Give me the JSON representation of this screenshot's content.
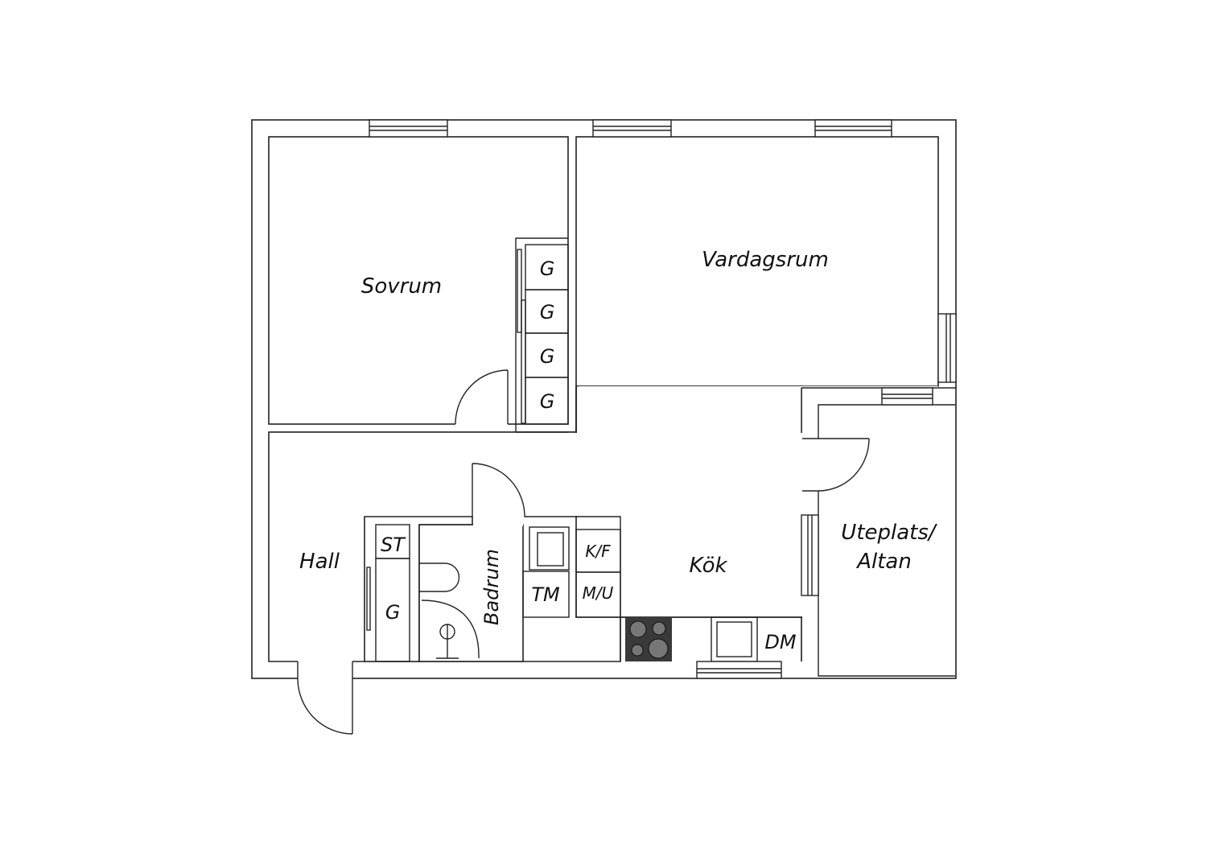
{
  "rooms": {
    "sovrum": "Sovrum",
    "vardagsrum": "Vardagsrum",
    "hall": "Hall",
    "badrum": "Badrum",
    "kok": "Kök",
    "uteplats_line1": "Uteplats/",
    "uteplats_line2": "Altan"
  },
  "fixtures": {
    "wardrobe": "G",
    "storage": "ST",
    "dryer": "TM",
    "fridge_freezer": "K/F",
    "microwave_oven": "M/U",
    "dishwasher": "DM"
  },
  "colors": {
    "wall": "#222222",
    "stove": "#3a3a3a",
    "background": "#ffffff"
  }
}
